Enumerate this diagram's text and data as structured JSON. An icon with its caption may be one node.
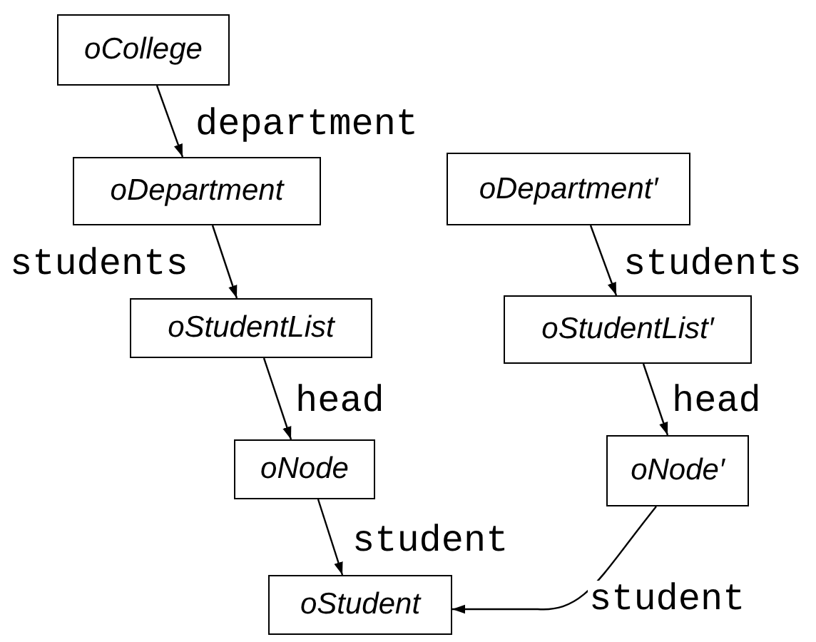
{
  "diagram": {
    "nodes": [
      {
        "text": [
          "oCollege"
        ]
      },
      {
        "text": [
          "oDepartment"
        ]
      },
      {
        "text": [
          "oStudentList"
        ]
      },
      {
        "text": [
          "oNode"
        ]
      },
      {
        "text": [
          "oStudent"
        ]
      },
      {
        "text": [
          "oDepartment′"
        ]
      },
      {
        "text": [
          "oStudentList′"
        ]
      },
      {
        "text": [
          "oNode′"
        ]
      }
    ],
    "edges": [
      {
        "from": 0,
        "to": 1,
        "arrow": "to",
        "label": "department"
      },
      {
        "from": 1,
        "to": 2,
        "arrow": "to",
        "label": "students"
      },
      {
        "from": 2,
        "to": 3,
        "arrow": "to",
        "label": "head"
      },
      {
        "from": 3,
        "to": 4,
        "arrow": "to",
        "label": "student"
      },
      {
        "from": 5,
        "to": 6,
        "arrow": "to",
        "label": "students"
      },
      {
        "from": 6,
        "to": 7,
        "arrow": "to",
        "label": "head"
      },
      {
        "from": 7,
        "to": 4,
        "arrow": "to",
        "label": "student"
      }
    ]
  }
}
